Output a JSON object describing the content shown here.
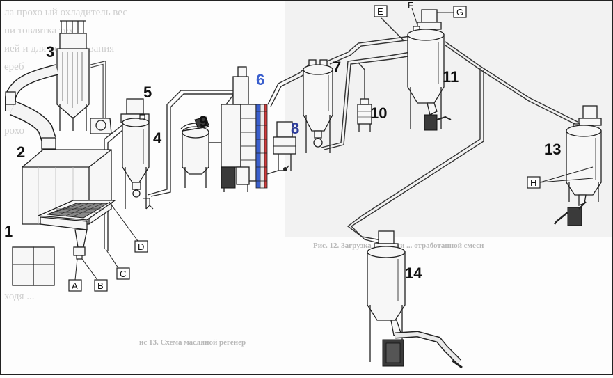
{
  "equipment_numbers": [
    "1",
    "2",
    "3",
    "4",
    "5",
    "6",
    "7",
    "8",
    "9",
    "10",
    "11",
    "13",
    "14"
  ],
  "letter_labels": [
    "A",
    "B",
    "C",
    "D",
    "E",
    "F",
    "G",
    "H"
  ],
  "background_text": [
    "ла прохо   ый охладитель вес",
    "ни         товлятка тех",
    "ией и     для   использования",
    "ереб",
    "рохо",
    "ходя ..."
  ],
  "captions": {
    "fig12": "Рис. 12. Загрузка шелупки ... отработанной смеси",
    "fig13": "ис 13. Схема масляной регенер"
  },
  "colors": {
    "column_blue": "#3a5fcd",
    "column_red": "#d23a3a"
  }
}
